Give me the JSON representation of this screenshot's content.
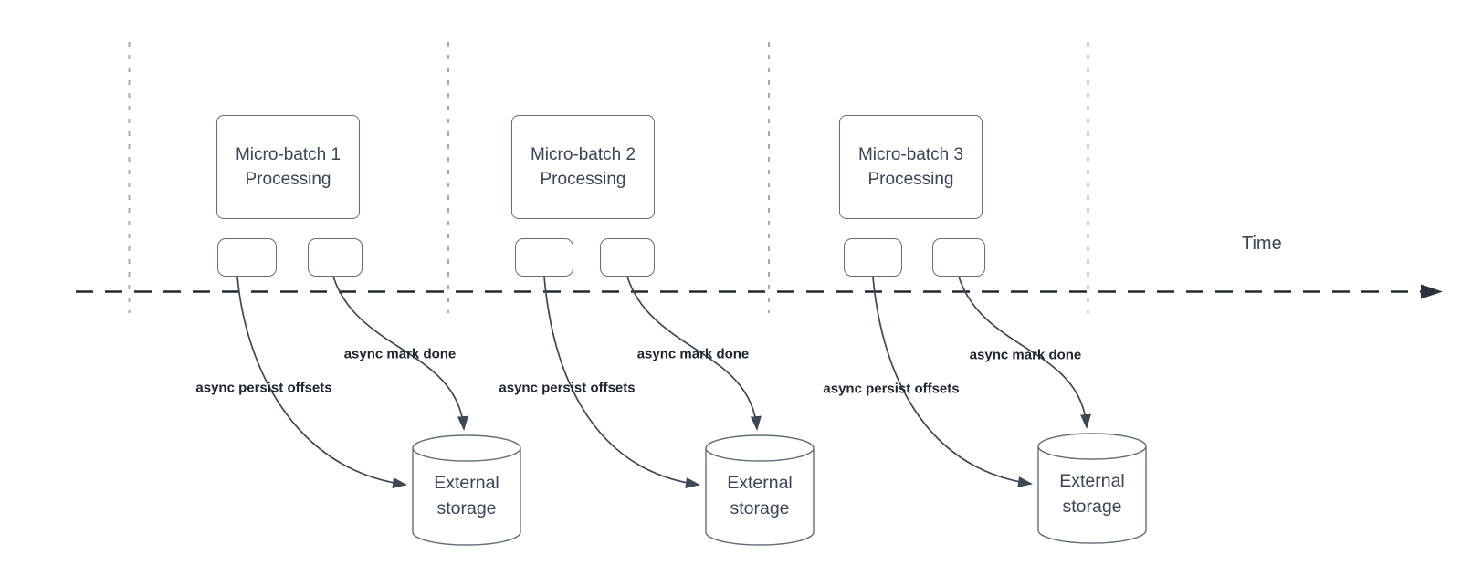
{
  "diagram": {
    "time_label": "Time",
    "groups": [
      {
        "title": "Micro-batch 1 Processing",
        "persist_label": "async persist offsets",
        "done_label": "async mark done",
        "storage_label": "External storage"
      },
      {
        "title": "Micro-batch 2 Processing",
        "persist_label": "async persist offsets",
        "done_label": "async mark done",
        "storage_label": "External storage"
      },
      {
        "title": "Micro-batch 3 Processing",
        "persist_label": "async persist offsets",
        "done_label": "async mark done",
        "storage_label": "External storage"
      }
    ],
    "colors": {
      "axis_line": "#23282e",
      "guide_line": "#a9a9af",
      "shape_border": "#666e79",
      "text": "#3b4554",
      "label_text": "#20262e"
    }
  }
}
